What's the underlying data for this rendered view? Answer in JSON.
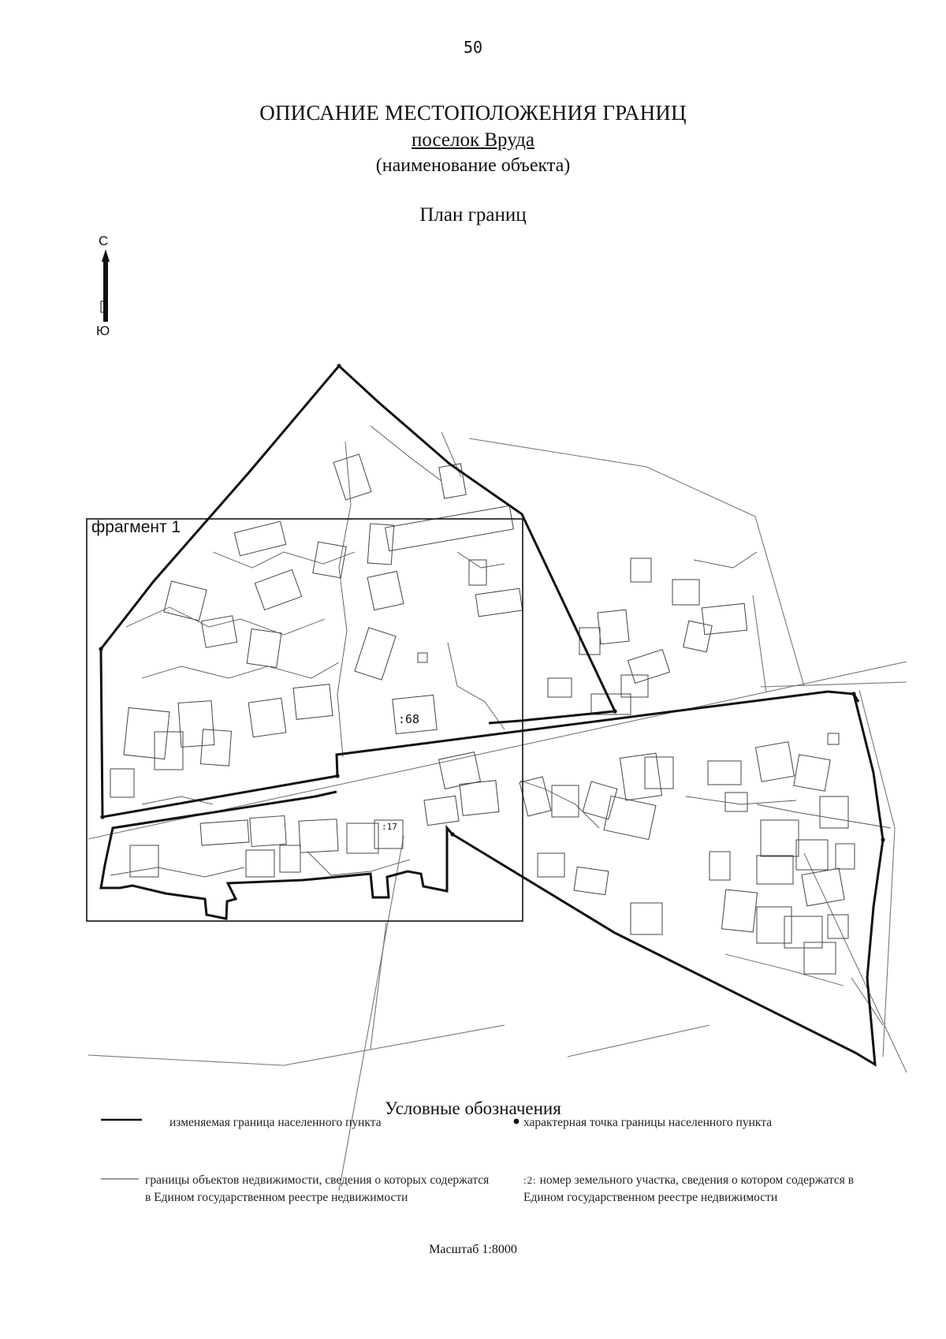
{
  "page_number": "50",
  "title": "ОПИСАНИЕ МЕСТОПОЛОЖЕНИЯ ГРАНИЦ",
  "object_name": "поселок Вруда",
  "object_caption": "(наименование объекта)",
  "plan_title": "План границ",
  "compass": {
    "north": "С",
    "south": "Ю"
  },
  "map": {
    "fragment_label": "фрагмент 1",
    "parcel_label_1": ":68",
    "parcel_label_2": ":17",
    "colors": {
      "boundary": "#111111",
      "parcels": "#444444",
      "roads": "#777777"
    }
  },
  "legend": {
    "title": "Условные обозначения",
    "items": [
      {
        "symbol": "thick-line",
        "text": "изменяемая граница населенного пункта"
      },
      {
        "symbol": "dot",
        "text": "характерная точка границы населенного пункта"
      },
      {
        "symbol": "thin-line",
        "text": "границы объектов недвижимости, сведения о которых содержатся в Едином государственном реестре недвижимости"
      },
      {
        "symbol": "number-sample",
        "sample": ":2:",
        "text": "номер земельного участка, сведения о котором содержатся в Едином государственном реестре недвижимости"
      }
    ]
  },
  "scale": "Масштаб 1:8000"
}
